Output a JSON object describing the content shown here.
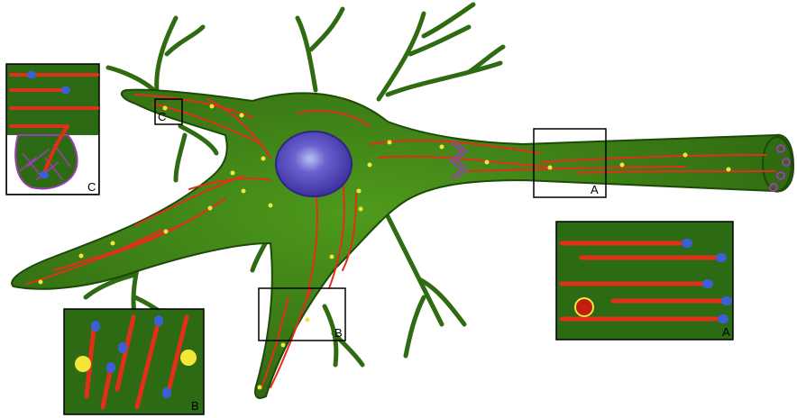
{
  "colors": {
    "cell_body": "#2f6b10",
    "cell_edge": "#1e4a08",
    "nucleus": "#4b3fb0",
    "microtubule": "#e0301a",
    "plus_end": "#3d5fd6",
    "vesicle": "#f2e63a",
    "inset_bg": "#2d6a14",
    "synapse": "#9b3fb0"
  },
  "inset_labels": {
    "a": "A",
    "b": "B",
    "c": "C"
  },
  "box_labels": {
    "a": "A",
    "b": "B",
    "c": "C"
  }
}
